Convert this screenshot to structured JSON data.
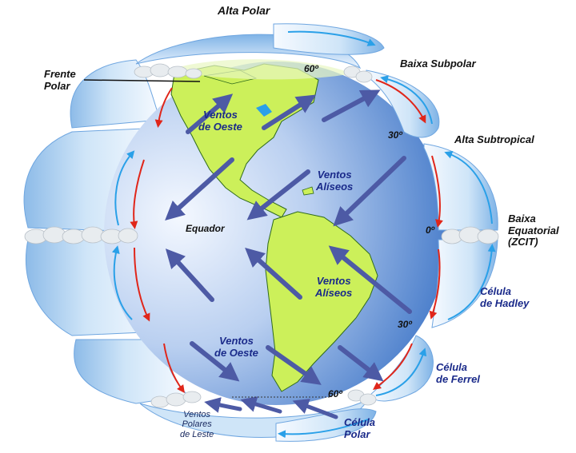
{
  "colors": {
    "globe_light": "#f4f8ff",
    "globe_dark": "#3b73c6",
    "land": "#ccf05a",
    "land_outline": "#2f6a1c",
    "cell_light": "#f6faff",
    "cell_mid": "#bfdcf5",
    "cell_edge": "#6fa6e0",
    "arrow_wind": "#4d5aa5",
    "loop_warm": "#e0261a",
    "loop_cool": "#2aa0e8",
    "cloud": "#e8ecef",
    "label_dark": "#111111",
    "label_blue": "#1a2a8a"
  },
  "labels": {
    "alta_polar": "Alta Polar",
    "frente_polar": "Frente\nPolar",
    "baixa_subpolar": "Baixa Subpolar",
    "alta_subtropical": "Alta Subtropical",
    "baixa_equatorial": "Baixa\nEquatorial\n(ZCIT)",
    "celula_hadley": "Célula\nde Hadley",
    "celula_ferrel": "Célula\nde Ferrel",
    "celula_polar": "Célula\nPolar",
    "ventos_oeste_norte": "Ventos\nde Oeste",
    "ventos_aliseos_norte": "Ventos\nAlíseos",
    "equador": "Equador",
    "ventos_aliseos_sul": "Ventos\nAlíseos",
    "ventos_oeste_sul": "Ventos\nde Oeste",
    "ventos_polares_leste": "Ventos\nPolares\nde Leste"
  },
  "latitudes": {
    "lat_60_north": "60º",
    "lat_30_north": "30º",
    "lat_0": "0º",
    "lat_30_south": "30º",
    "lat_60_south": "60º"
  }
}
